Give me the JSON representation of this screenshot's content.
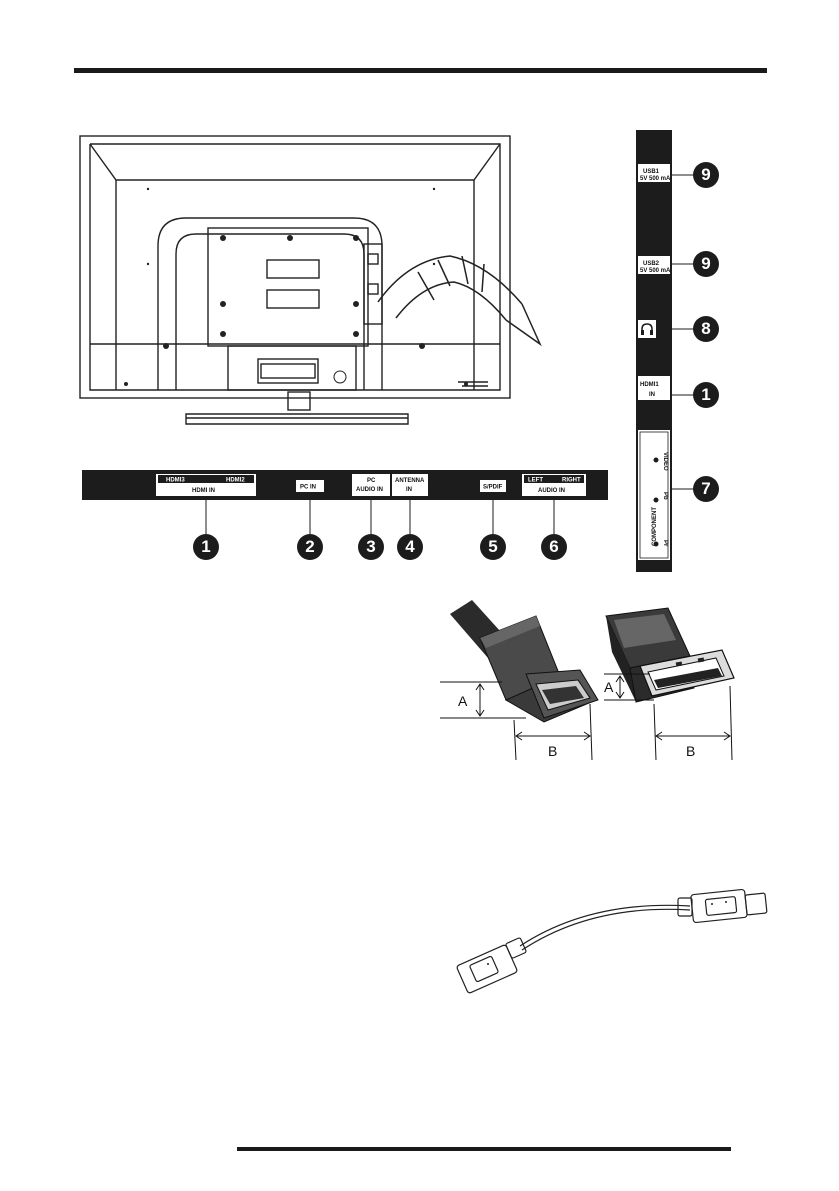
{
  "colors": {
    "ink": "#1a1a1a",
    "paper": "#ffffff",
    "panel": "#1c1c1c",
    "line": "#222222"
  },
  "bottom_panel": {
    "hdmi3": "HDMI3",
    "hdmi2": "HDMI2",
    "hdmi_in": "HDMI IN",
    "pc_in": "PC IN",
    "pc_audio_1": "PC",
    "pc_audio_2": "AUDIO IN",
    "antenna_1": "ANTENNA",
    "antenna_2": "IN",
    "spdif": "S/PDIF",
    "left": "LEFT",
    "right": "RIGHT",
    "audio_in": "AUDIO IN",
    "callouts": [
      "1",
      "2",
      "3",
      "4",
      "5",
      "6"
    ]
  },
  "side_panel": {
    "usb1": "USB1",
    "usb1_sub": "5V 500 mA",
    "usb2": "USB2",
    "usb2_sub": "5V 500 mA",
    "hdmi1_1": "HDMI1",
    "hdmi1_2": "IN",
    "component": "COMPONENT",
    "video": "VIDEO",
    "pb": "Pb",
    "pr": "Pr",
    "callouts": [
      "9",
      "9",
      "8",
      "1",
      "7"
    ]
  },
  "connector_figure": {
    "dim_a": "A",
    "dim_b": "B"
  },
  "icons": [
    "tv-rear-illustration",
    "headphone-icon",
    "hdmi-plug-icon",
    "usb-plug-icon",
    "usb-extension-cable-icon"
  ]
}
